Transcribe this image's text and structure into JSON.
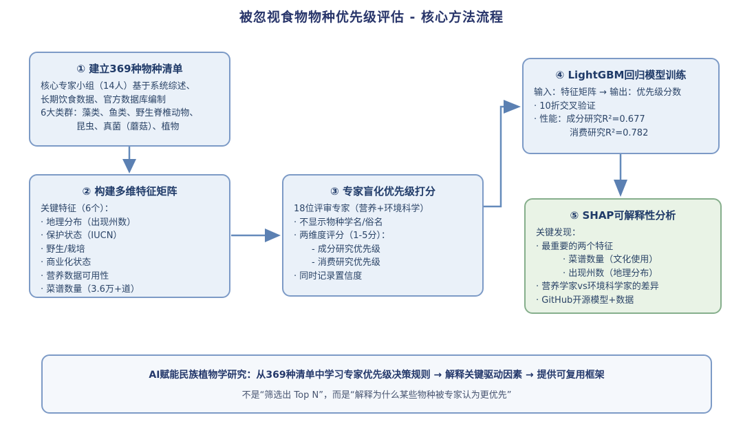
{
  "page": {
    "title": "被忽视食物物种优先级评估 - 核心方法流程"
  },
  "colors": {
    "blue_box_fill": "#eaf1f9",
    "blue_box_border": "#7c9ac6",
    "green_box_fill": "#e9f3e6",
    "green_box_border": "#85ae8b",
    "summary_box_fill": "#f5f8fc",
    "title_text": "#28356a",
    "box_title_text": "#1f3a68",
    "body_text": "#2b4467",
    "arrow": "#5b80b2"
  },
  "steps": [
    {
      "title": "① 建立369种物种清单",
      "body": "核心专家小组（14人）基于系统综述、\n长期饮食数据、官方数据库编制\n6大类群：藻类、鱼类、野生脊椎动物、\n　　　　昆虫、真菌（蘑菇）、植物"
    },
    {
      "title": "② 构建多维特征矩阵",
      "body": "关键特征（6个）：\n· 地理分布（出现州数）\n· 保护状态（IUCN）\n· 野生/栽培\n· 商业化状态\n· 营养数据可用性\n· 菜谱数量（3.6万+道）"
    },
    {
      "title": "③ 专家盲化优先级打分",
      "body": "18位评审专家（营养+环境科学）\n· 不显示物种学名/俗名\n· 两维度评分（1-5分）：\n　　- 成分研究优先级\n　　- 消费研究优先级\n· 同时记录置信度"
    },
    {
      "title": "④ LightGBM回归模型训练",
      "body": "输入：特征矩阵 → 输出：优先级分数\n· 10折交叉验证\n· 性能：成分研究R²=0.677\n　　　　消费研究R²=0.782"
    },
    {
      "title": "⑤ SHAP可解释性分析",
      "body": "关键发现：\n· 最重要的两个特征\n　　　· 菜谱数量（文化使用）\n　　　· 出现州数（地理分布）\n· 营养学家vs环境科学家的差异\n· GitHub开源模型+数据"
    }
  ],
  "summary": {
    "headline": "AI赋能民族植物学研究：从369种清单中学习专家优先级决策规则 → 解释关键驱动因素 → 提供可复用框架",
    "subline": "不是“筛选出 Top N”，而是“解释为什么某些物种被专家认为更优先”"
  }
}
